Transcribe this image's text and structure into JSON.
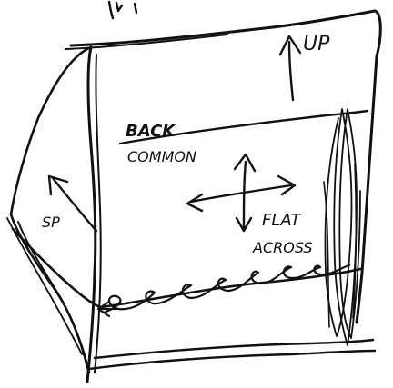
{
  "labels": {
    "top_arrow": "UP",
    "back_line1": "BACK",
    "back_line2": "COMMON",
    "side": "SP",
    "flat_line1": "FLAT",
    "flat_line2": "ACROSS"
  },
  "colors": {
    "ink": "#111111",
    "paper": "#ffffff"
  }
}
